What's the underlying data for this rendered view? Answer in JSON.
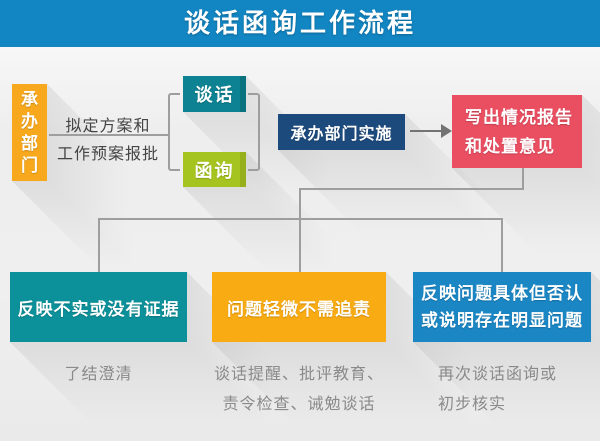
{
  "header": {
    "title": "谈话函询工作流程"
  },
  "flow": {
    "dept": {
      "label": "承办部门"
    },
    "plan": {
      "line1": "拟定方案和",
      "line2": "工作预案报批"
    },
    "methods": {
      "talk": "谈话",
      "letter": "函询"
    },
    "implement": {
      "label": "承办部门实施"
    },
    "report": {
      "line1": "写出情况报告",
      "line2": "和处置意见"
    }
  },
  "outcomes": {
    "left": {
      "label": "反映不实或没有证据",
      "caption": "了结澄清"
    },
    "middle": {
      "label": "问题轻微不需追责",
      "caption1": "谈话提醒、批评教育、",
      "caption2": "责令检查、诫勉谈话"
    },
    "right": {
      "label1": "反映问题具体但否认",
      "label2": "或说明存在明显问题",
      "caption1": "再次谈话函询或",
      "caption2": "初步核实"
    }
  },
  "colors": {
    "header_bg": "#1286c3",
    "dept_orange": "#f7a81c",
    "talk_teal": "#0c8292",
    "letter_green": "#a6c41f",
    "implement_navy": "#1c4a7d",
    "report_red": "#e94e61",
    "outcome_teal": "#0c9099",
    "outcome_orange": "#f8ab12",
    "outcome_blue": "#1b86c4",
    "connector_gray": "#9e9e9e",
    "caption_gray": "#8a8a8a"
  }
}
